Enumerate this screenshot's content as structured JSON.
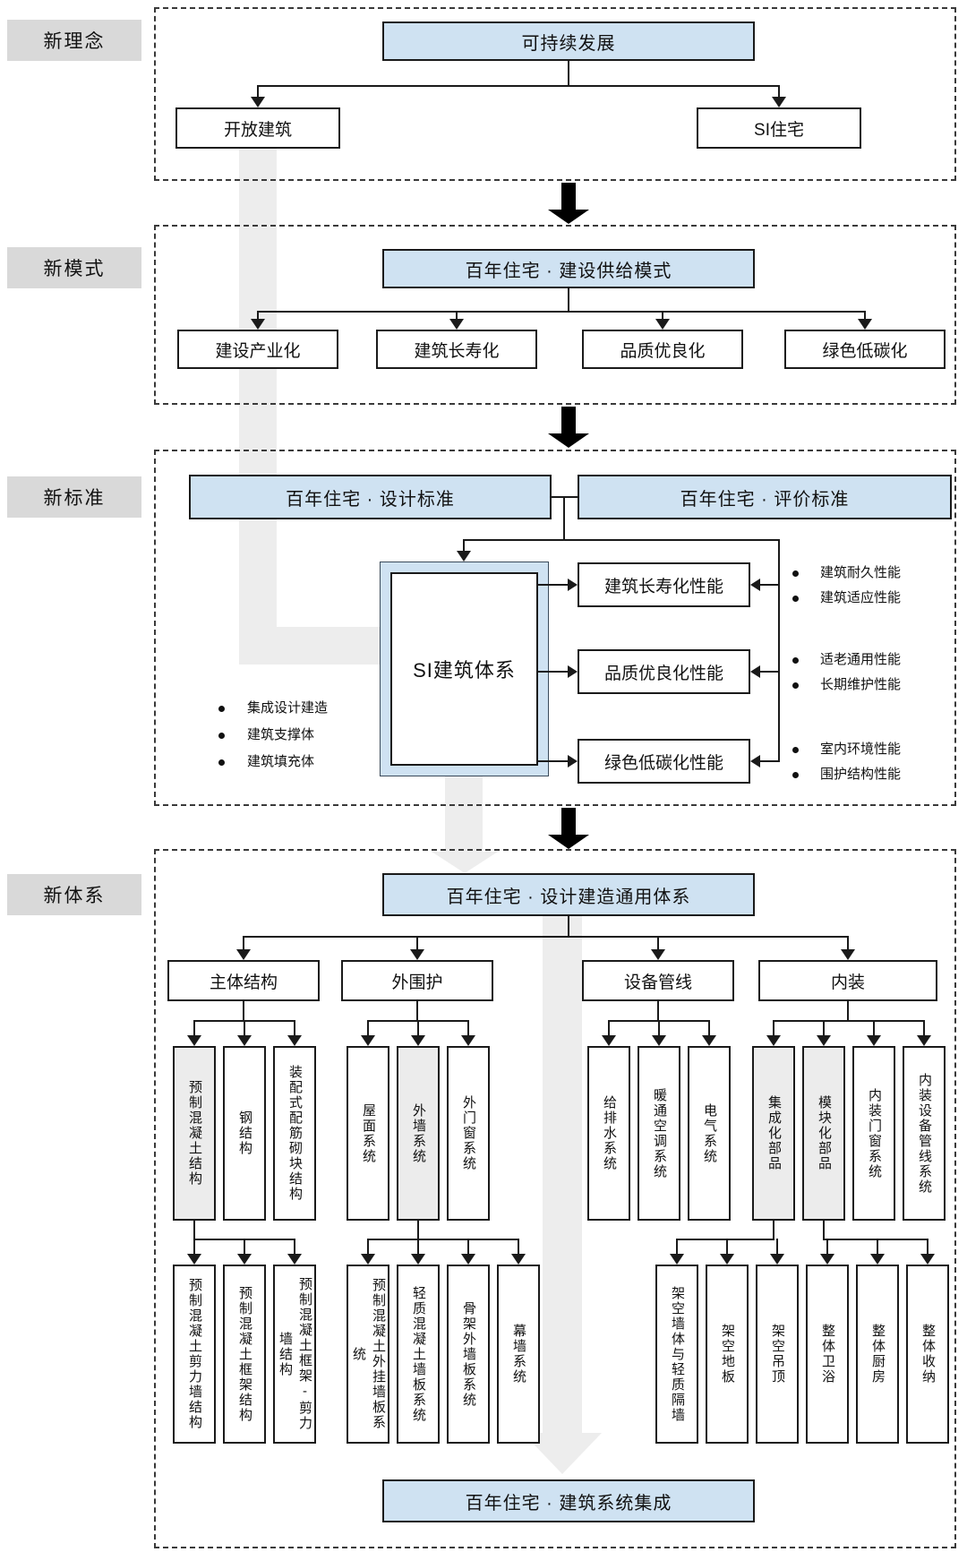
{
  "colors": {
    "accent_fill": "#cfe2f2",
    "label_fill": "#d9d9d9",
    "band_fill": "#ededed",
    "highlight_fill": "#ececec",
    "line": "#1a1a1a"
  },
  "side_labels": [
    {
      "label": "新理念"
    },
    {
      "label": "新模式"
    },
    {
      "label": "新标准"
    },
    {
      "label": "新体系"
    }
  ],
  "concept": {
    "root": "可持续发展",
    "open_building": "开放建筑",
    "si_housing": "SI住宅"
  },
  "model": {
    "header": "百年住宅 · 建设供给模式",
    "items": [
      "建设产业化",
      "建筑长寿化",
      "品质优良化",
      "绿色低碳化"
    ]
  },
  "standard": {
    "design": "百年住宅 · 设计标准",
    "evaluation": "百年住宅 · 评价标准",
    "si_system": "SI建筑体系",
    "si_bullets": [
      "集成设计建造",
      "建筑支撑体",
      "建筑填充体"
    ],
    "rows": [
      {
        "box": "建筑长寿化性能",
        "bullets": [
          "建筑耐久性能",
          "建筑适应性能"
        ]
      },
      {
        "box": "品质优良化性能",
        "bullets": [
          "适老通用性能",
          "长期维护性能"
        ]
      },
      {
        "box": "绿色低碳化性能",
        "bullets": [
          "室内环境性能",
          "围护结构性能"
        ]
      }
    ]
  },
  "system": {
    "header": "百年住宅 · 设计建造通用体系",
    "footer": "百年住宅 · 建筑系统集成",
    "categories": [
      "主体结构",
      "外围护",
      "设备管线",
      "内装"
    ],
    "tier1_groups": [
      [
        "预制混凝土结构",
        "钢结构",
        "装配式配筋砌块结构"
      ],
      [
        "屋面系统",
        "外墙系统",
        "外门窗系统"
      ],
      [
        "给排水系统",
        "暖通空调系统",
        "电气系统"
      ],
      [
        "集成化部品",
        "模块化部品",
        "内装门窗系统",
        "内装设备管线系统"
      ]
    ],
    "tier2_groups": [
      [
        "预制混凝土剪力墙结构",
        "预制混凝土框架结构",
        "预制混凝土框架-剪力墙结构"
      ],
      [
        "预制混凝土外挂墙板系统",
        "轻质混凝土墙板系统",
        "骨架外墙板系统",
        "幕墙系统"
      ],
      [
        "架空墙体与轻质隔墙",
        "架空地板",
        "架空吊顶"
      ],
      [
        "整体卫浴",
        "整体厨房",
        "整体收纳"
      ]
    ]
  }
}
